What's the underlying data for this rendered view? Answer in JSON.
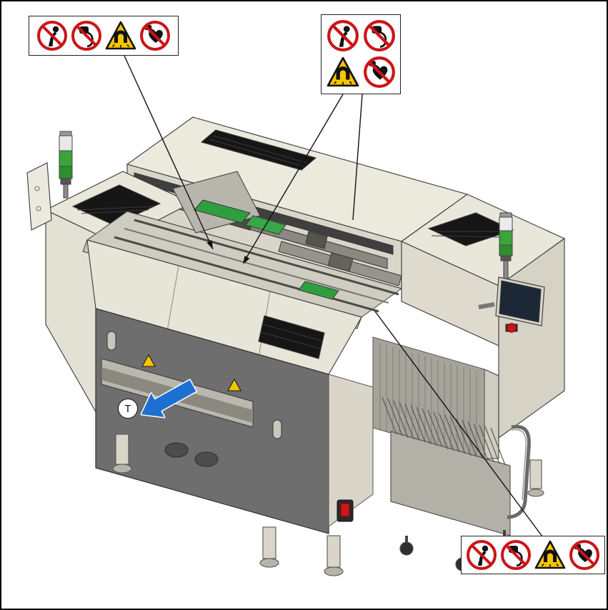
{
  "diagram": {
    "description": "Isometric illustration of an SMT placement machine showing the locations of magnetic-field safety labels",
    "transport_arrow_label": "T"
  },
  "warning_groups": [
    {
      "id": "top-left",
      "layout": "row",
      "position": "top-left",
      "symbols": [
        "no_implants",
        "no_implanted_device",
        "magnetic_field",
        "no_cardiac_pacemaker"
      ]
    },
    {
      "id": "top-center",
      "layout": "grid-2x2",
      "position": "top-center",
      "symbols": [
        "no_implants",
        "no_implanted_device",
        "magnetic_field",
        "no_cardiac_pacemaker"
      ]
    },
    {
      "id": "bottom-right",
      "layout": "row",
      "position": "bottom-right",
      "symbols": [
        "no_implants",
        "no_implanted_device",
        "magnetic_field",
        "no_cardiac_pacemaker"
      ]
    }
  ],
  "symbol_names": {
    "no_implants": "no-metal-implants-prohibition",
    "no_implanted_device": "no-implanted-device-prohibition",
    "magnetic_field": "magnetic-field-warning",
    "no_cardiac_pacemaker": "no-cardiac-pacemaker-prohibition"
  },
  "colors": {
    "prohibition_red": "#cc1417",
    "warning_yellow": "#f6c500",
    "machine_beige": "#e9e6da",
    "door_gray": "#6e6e6e",
    "signal_green": "#3aa53a",
    "arrow_blue": "#1e6fd2"
  }
}
